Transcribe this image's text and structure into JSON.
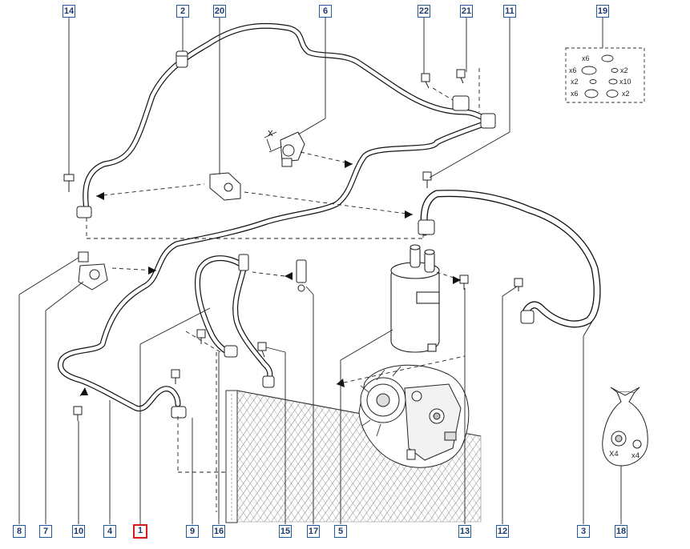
{
  "callouts": {
    "c14": "14",
    "c2": "2",
    "c20": "20",
    "c6": "6",
    "c22": "22",
    "c21": "21",
    "c11": "11",
    "c19": "19",
    "c8": "8",
    "c7": "7",
    "c10": "10",
    "c4": "4",
    "c1": "1",
    "c9": "9",
    "c16": "16",
    "c15": "15",
    "c17": "17",
    "c5": "5",
    "c13": "13",
    "c12": "12",
    "c3": "3",
    "c18": "18"
  },
  "selected_callout": "1",
  "seal_kit": {
    "q1": "x6",
    "q2": "x6",
    "q3": "x2",
    "q4": "x2",
    "q5": "x10",
    "q6": "x6",
    "q7": "x2"
  },
  "grommet_bag": {
    "q1": "X4",
    "q2": "x4"
  },
  "dimension_mark": "X",
  "colors": {
    "line": "#1a1a1a",
    "callout_border": "#1f5aa0",
    "selected_border": "#e01818"
  }
}
